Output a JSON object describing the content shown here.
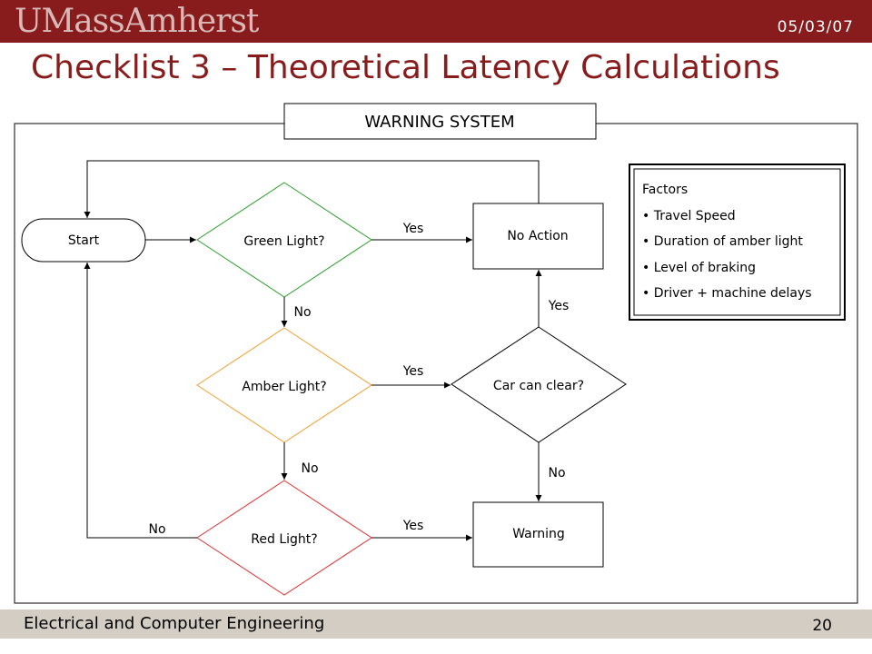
{
  "header": {
    "logo_text": "UMassAmherst",
    "date": "05/03/07",
    "brand_color": "#881c1c"
  },
  "slide": {
    "title": "Checklist 3 – Theoretical Latency Calculations"
  },
  "diagram": {
    "system_label": "WARNING SYSTEM",
    "nodes": {
      "start": "Start",
      "green": "Green Light?",
      "amber": "Amber Light?",
      "red": "Red Light?",
      "no_action": "No Action",
      "car_clear": "Car can clear?",
      "warning": "Warning"
    },
    "edge_labels": {
      "green_yes": "Yes",
      "green_no": "No",
      "amber_yes": "Yes",
      "amber_no": "No",
      "red_yes": "Yes",
      "red_no": "No",
      "clear_yes": "Yes",
      "clear_no": "No"
    },
    "diamond_colors": {
      "green": "#2e9e2e",
      "amber": "#f0a030",
      "red": "#e03030"
    },
    "factors": {
      "heading": "Factors",
      "items": [
        "Travel Speed",
        "Duration of amber light",
        "Level of braking",
        "Driver + machine delays"
      ]
    }
  },
  "footer": {
    "department": "Electrical and Computer Engineering",
    "page_number": "20"
  }
}
